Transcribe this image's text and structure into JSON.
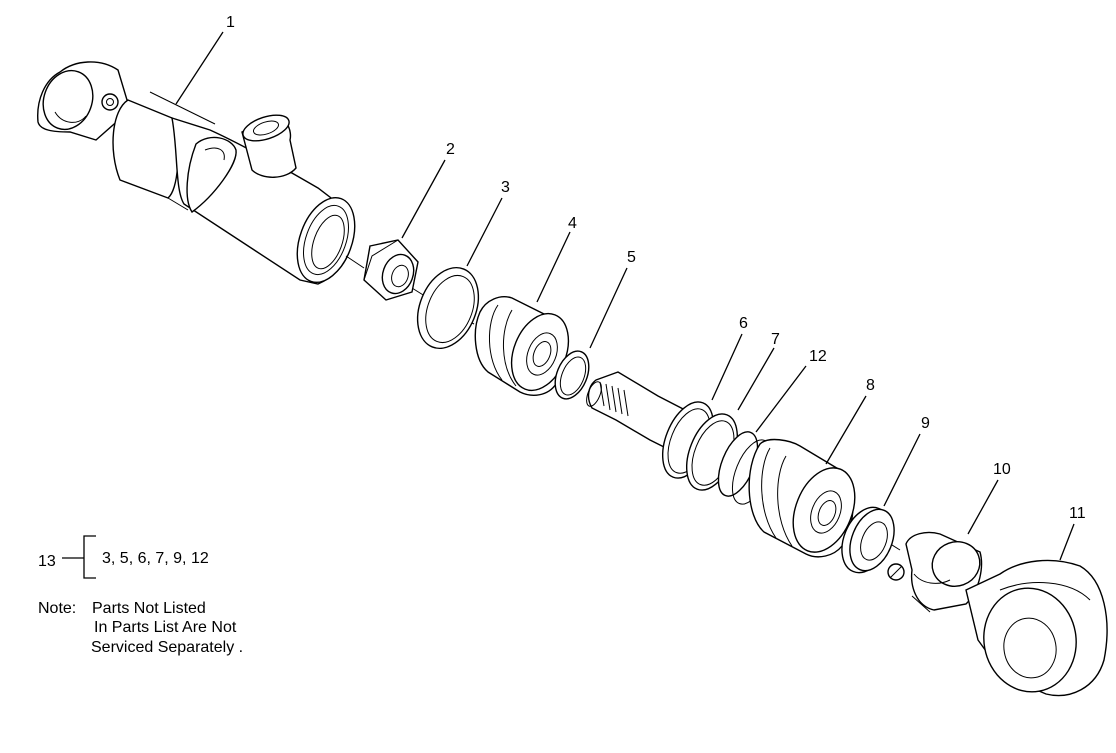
{
  "callouts": [
    "1",
    "2",
    "3",
    "4",
    "5",
    "6",
    "7",
    "12",
    "8",
    "9",
    "10",
    "11"
  ],
  "kit": {
    "number": "13",
    "parts": "3, 5, 6, 7, 9, 12"
  },
  "note": {
    "label": "Note:",
    "line1": "Parts Not Listed",
    "line2": "In Parts List Are Not",
    "line3": "Serviced Separately ."
  }
}
